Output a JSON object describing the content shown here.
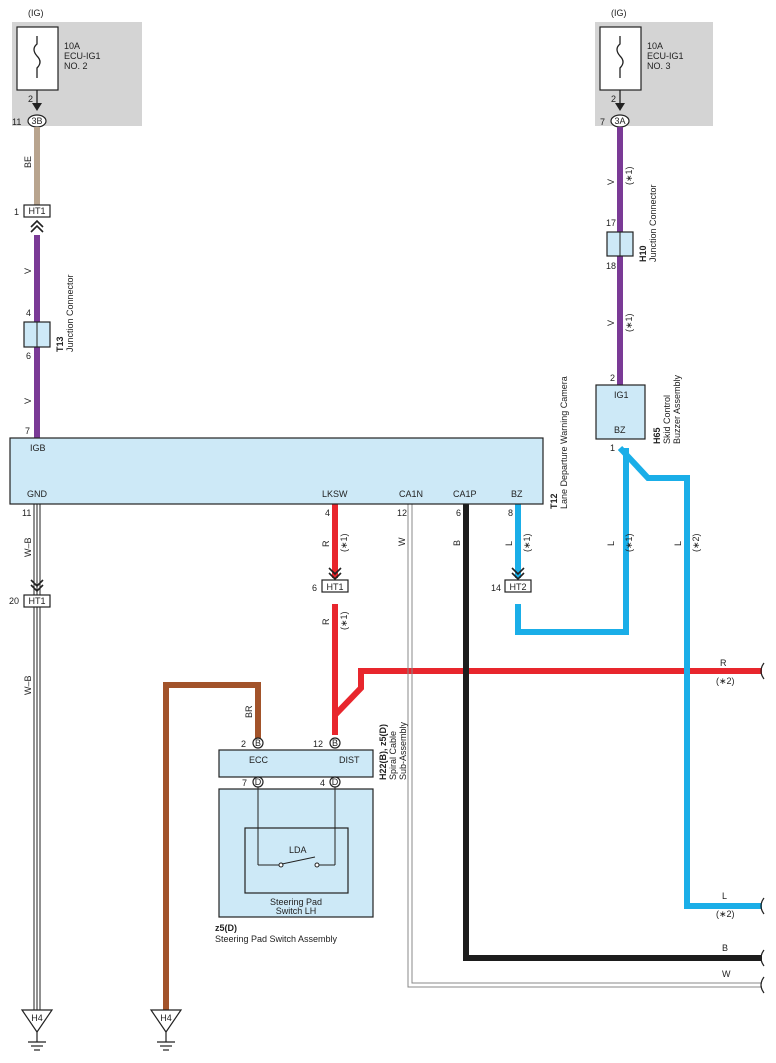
{
  "fuse_left": {
    "supply": "(IG)",
    "rating": "10A",
    "name": "ECU-IG1",
    "number": "NO. 2",
    "pin": "2",
    "conn_pin": "11",
    "conn": "3B"
  },
  "fuse_right": {
    "supply": "(IG)",
    "rating": "10A",
    "name": "ECU-IG1",
    "number": "NO. 3",
    "pin": "2",
    "conn_pin": "7",
    "conn": "3A"
  },
  "wires": {
    "be": "BE",
    "v": "V",
    "wb": "W–B",
    "r": "R",
    "w": "W",
    "b": "B",
    "l": "L",
    "br": "BR"
  },
  "notes": {
    "n1": "(∗1)",
    "n2": "(∗2)"
  },
  "connectors": {
    "ht1": "HT1",
    "ht2": "HT2",
    "pin_1": "1",
    "pin_6": "6",
    "pin_14": "14",
    "pin_20": "20"
  },
  "t13": {
    "id": "T13",
    "name": "Junction Connector",
    "pin_top": "4",
    "pin_bottom": "6"
  },
  "h10": {
    "id": "H10",
    "name": "Junction Connector",
    "pin_top": "17",
    "pin_bottom": "18"
  },
  "h65": {
    "id": "H65",
    "name1": "Skid Control",
    "name2": "Buzzer Assembly",
    "ig1": "IG1",
    "bz": "BZ",
    "pin_ig1": "2",
    "pin_bz": "1"
  },
  "t12": {
    "id": "T12",
    "name": "Lane Departure Warning Camera",
    "igb": "IGB",
    "pin_igb": "7",
    "gnd": "GND",
    "lksw": "LKSW",
    "ca1n": "CA1N",
    "ca1p": "CA1P",
    "bz": "BZ",
    "pin_gnd": "11",
    "pin_lksw": "4",
    "pin_ca1n": "12",
    "pin_ca1p": "6",
    "pin_bz": "8"
  },
  "spiral": {
    "id": "H22(B), z5(D)",
    "name1": "Spiral Cable",
    "name2": "Sub-Assembly",
    "ecc": "ECC",
    "dist": "DIST",
    "pin_ecc": "2",
    "pin_dist": "12",
    "pin_d7": "7",
    "pin_d4": "4",
    "conn_b": "B",
    "conn_d": "D"
  },
  "switch": {
    "id": "z5(D)",
    "name": "Steering Pad Switch Assembly",
    "inner1": "Steering Pad",
    "inner2": "Switch LH",
    "lda": "LDA"
  },
  "ground": {
    "label": "H4"
  },
  "colors": {
    "tan": "#b8a48e",
    "violet": "#7a3a96",
    "red": "#e8262d",
    "black": "#1d1d1d",
    "blue": "#1aaee8",
    "brown": "#a2532a",
    "component": "#cde9f7",
    "fuse_bg": "#d4d4d4"
  }
}
